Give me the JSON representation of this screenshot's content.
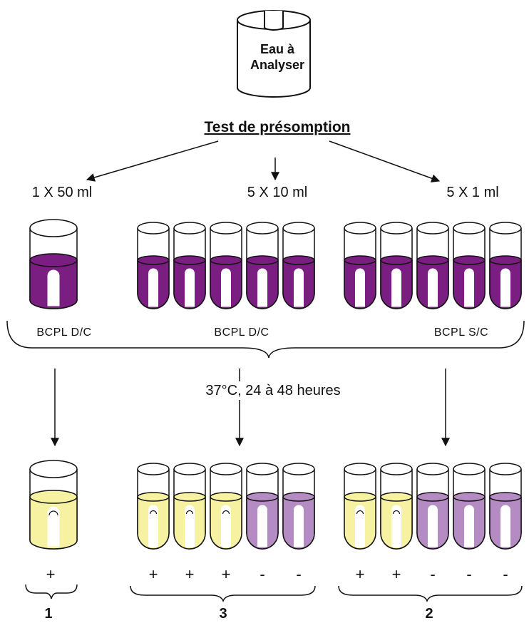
{
  "colors": {
    "purple_dark": "#7b1e82",
    "purple_light": "#b48cc3",
    "yellow": "#f7f2a2",
    "outline": "#111111",
    "background": "#ffffff"
  },
  "bottle": {
    "line1": "Eau à",
    "line2": "Analyser"
  },
  "title": "Test de présomption",
  "volumes": {
    "left": "1 X 50 ml",
    "middle": "5 X 10 ml",
    "right": "5 X 1 ml"
  },
  "media": {
    "left": "BCPL  D/C",
    "middle": "BCPL  D/C",
    "right": "BCPL  S/C"
  },
  "incubation": "37°C,  24 à 48 heures",
  "results": {
    "left": {
      "tubes": [
        "yellow"
      ],
      "signs": [
        "+"
      ],
      "count": "1"
    },
    "middle": {
      "tubes": [
        "yellow",
        "yellow",
        "yellow",
        "purple",
        "purple"
      ],
      "signs": [
        "+",
        "+",
        "+",
        "-",
        "-"
      ],
      "count": "3"
    },
    "right": {
      "tubes": [
        "yellow",
        "yellow",
        "purple",
        "purple",
        "purple"
      ],
      "signs": [
        "+",
        "+",
        "-",
        "-",
        "-"
      ],
      "count": "2"
    }
  }
}
